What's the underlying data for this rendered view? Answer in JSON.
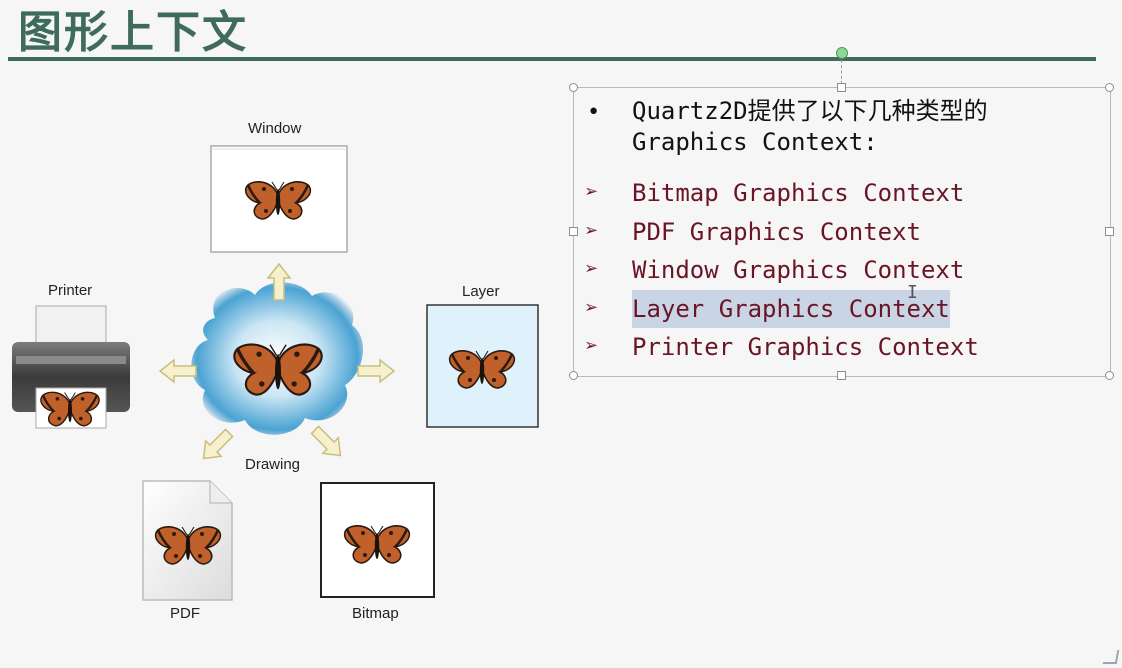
{
  "slide": {
    "title": "图形上下文",
    "bullets": {
      "intro_mark": "•",
      "intro_text": "Quartz2D提供了以下几种类型的Graphics Context:",
      "arrow_mark": "➢",
      "items": [
        "Bitmap Graphics Context",
        "PDF Graphics Context",
        "Window Graphics Context",
        "Layer Graphics Context",
        "Printer Graphics Context"
      ],
      "selected_index": 3
    }
  },
  "diagram": {
    "labels": {
      "window": "Window",
      "printer": "Printer",
      "layer": "Layer",
      "drawing": "Drawing",
      "pdf": "PDF",
      "bitmap": "Bitmap"
    },
    "colors": {
      "accent": "#3f6b5d",
      "context_text": "#6a1526",
      "selection": "#c9d4e4",
      "layer_fill": "#dff1fb",
      "arrow_fill": "#f7f0cc",
      "butterfly": "#c0602a"
    },
    "icons": [
      "butterfly-icon",
      "printer-icon",
      "pdf-document-icon",
      "arrow-icon"
    ]
  }
}
